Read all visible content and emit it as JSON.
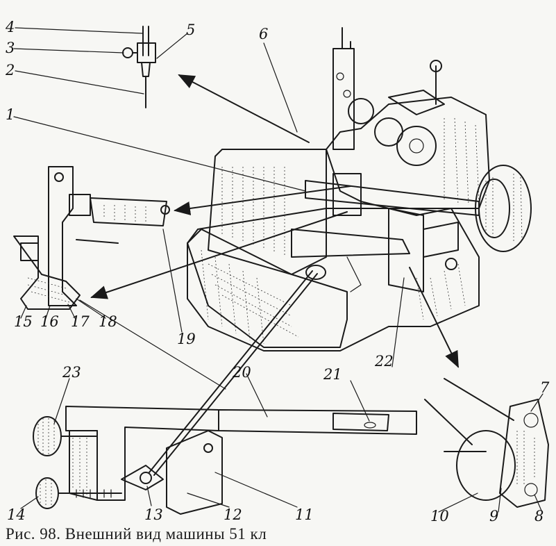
{
  "caption": "Рис. 98. Внешний вид машины 51 кл",
  "labels": [
    "4",
    "3",
    "5",
    "2",
    "6",
    "1",
    "7",
    "15",
    "16",
    "17",
    "18",
    "19",
    "23",
    "20",
    "21",
    "22",
    "14",
    "13",
    "12",
    "11",
    "10",
    "9",
    "8"
  ]
}
